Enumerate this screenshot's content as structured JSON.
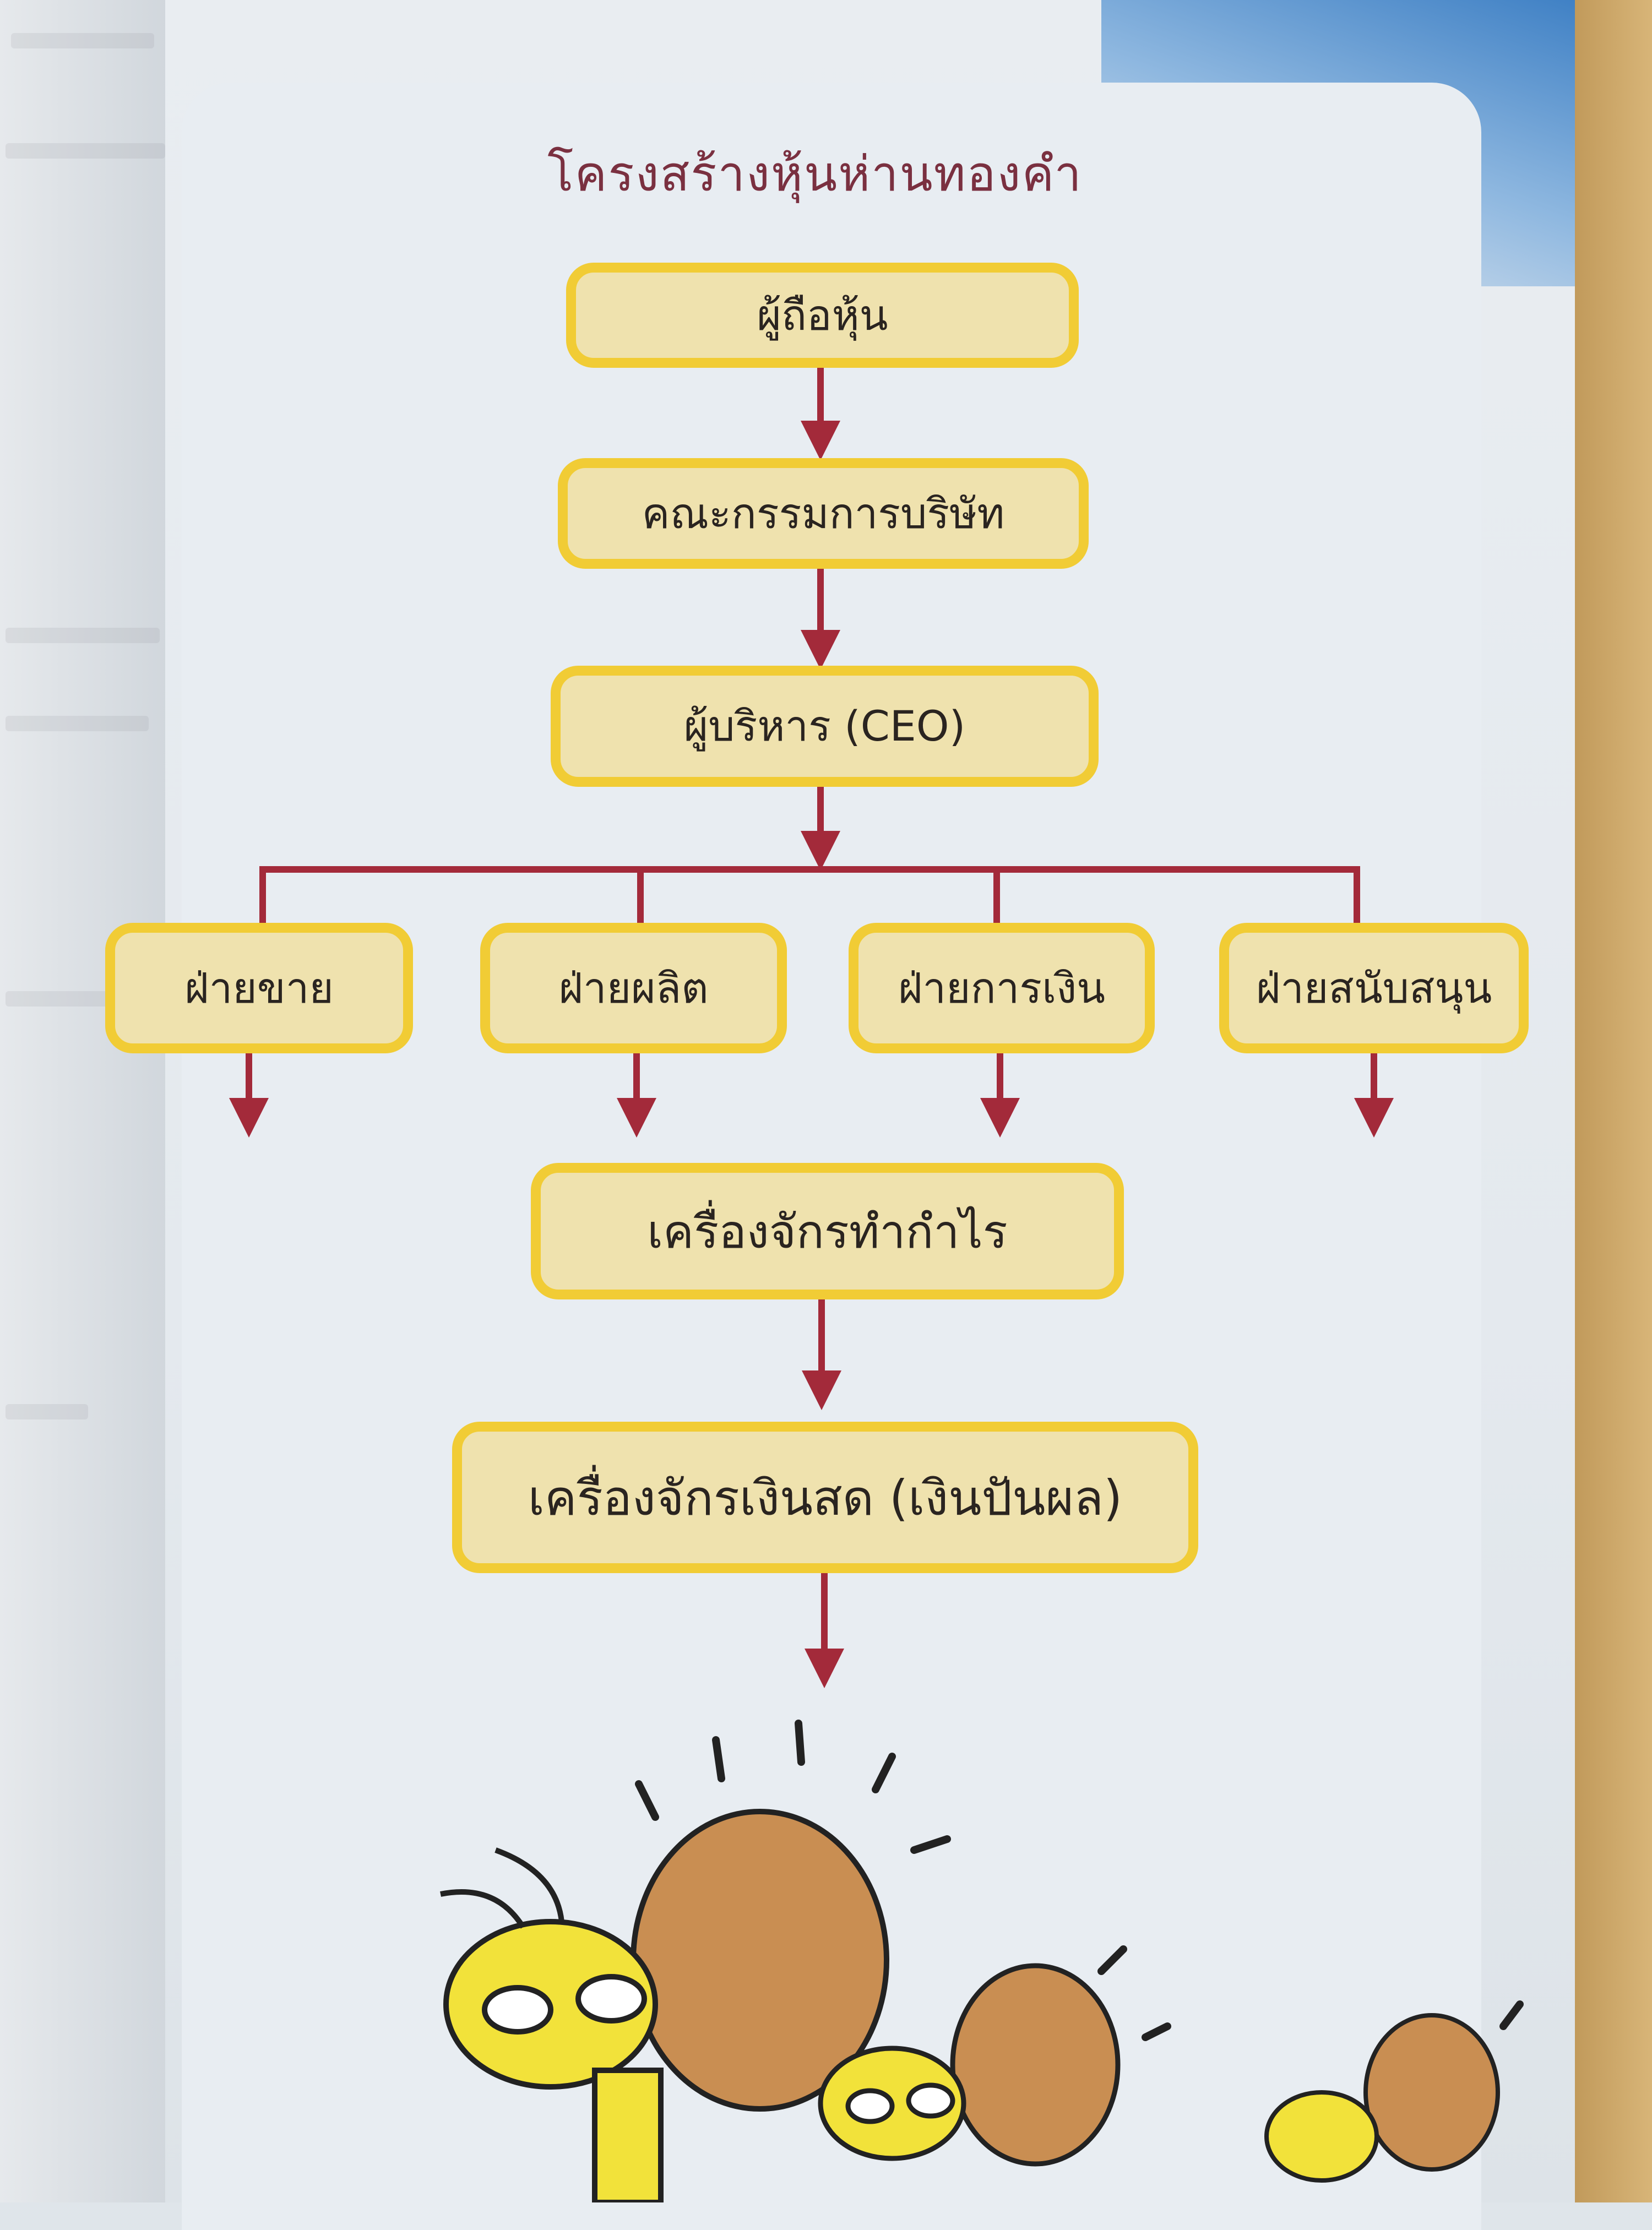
{
  "diagram": {
    "title": "โครงสร้างหุ้นห่านทองคำ",
    "nodes": {
      "shareholders": "ผู้ถือหุ้น",
      "board": "คณะกรรมการบริษัท",
      "ceo": "ผู้บริหาร (CEO)",
      "sales": "ฝ่ายขาย",
      "production": "ฝ่ายผลิต",
      "finance": "ฝ่ายการเงิน",
      "support": "ฝ่ายสนับสนุน",
      "profit_machine": "เครื่องจักรทำกำไร",
      "cash_machine": "เครื่องจักรเงินสด (เงินปันผล)"
    },
    "edges": [
      [
        "shareholders",
        "board"
      ],
      [
        "board",
        "ceo"
      ],
      [
        "ceo",
        "sales"
      ],
      [
        "ceo",
        "production"
      ],
      [
        "ceo",
        "finance"
      ],
      [
        "ceo",
        "support"
      ],
      [
        "sales",
        "profit_machine"
      ],
      [
        "production",
        "profit_machine"
      ],
      [
        "finance",
        "profit_machine"
      ],
      [
        "support",
        "profit_machine"
      ],
      [
        "profit_machine",
        "cash_machine"
      ],
      [
        "cash_machine",
        "golden-geese-illustration"
      ]
    ],
    "colors": {
      "box_fill": "#efe2ae",
      "box_border": "#f1cc35",
      "arrow": "#a32a3a",
      "title": "#7a3040"
    }
  }
}
